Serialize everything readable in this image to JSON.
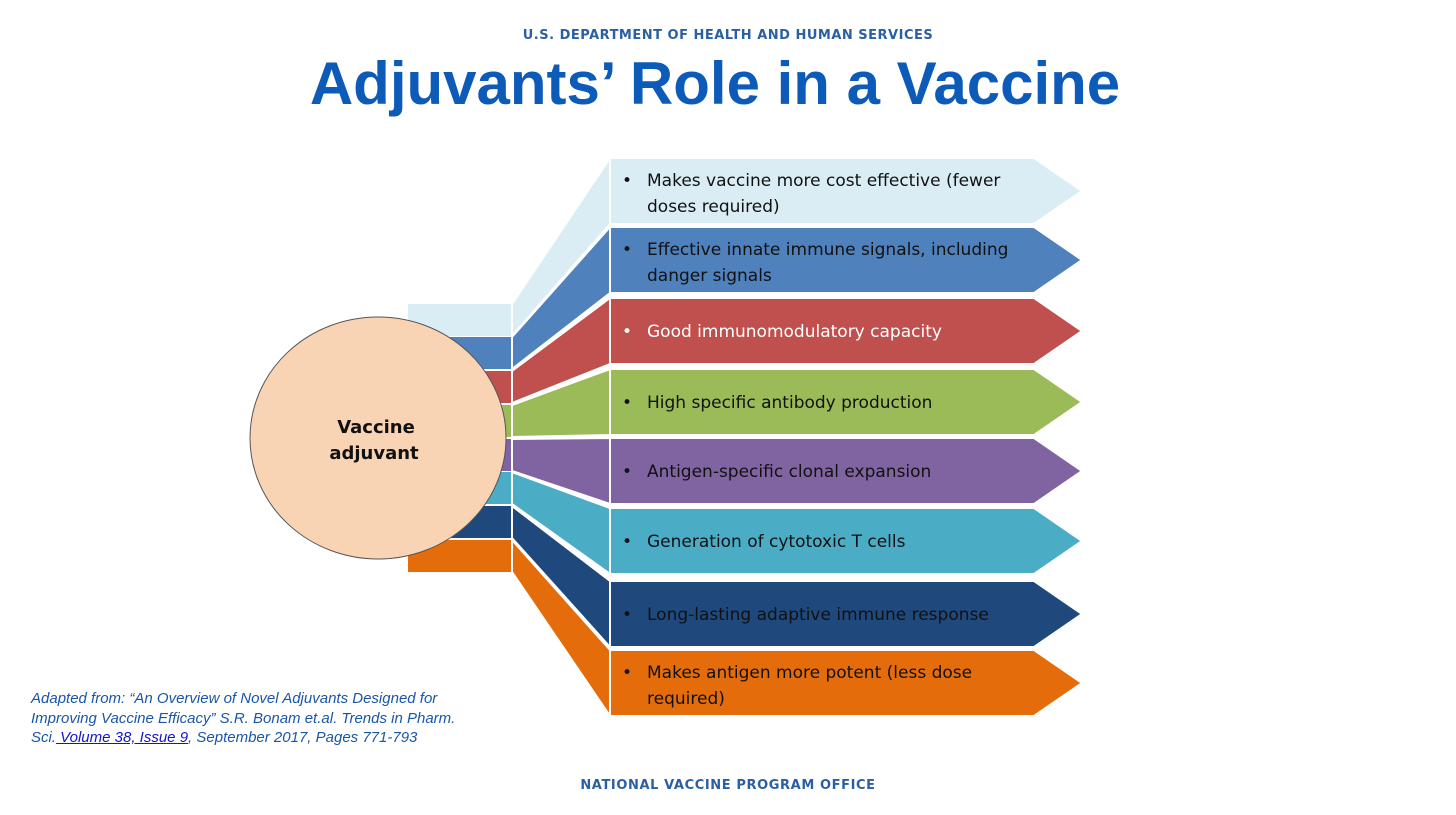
{
  "header": {
    "agency": "U.S. DEPARTMENT OF HEALTH AND HUMAN SERVICES",
    "title": "Adjuvants’ Role in a Vaccine"
  },
  "diagram": {
    "center_label_line1": "Vaccine",
    "center_label_line2": "adjuvant",
    "center_fill": "#f9d4b4",
    "bullet_char": "•",
    "items": [
      {
        "line1": "Makes vaccine more cost effective (fewer",
        "line2": "doses required)",
        "color": "#dbedf4",
        "text_color": "#111111"
      },
      {
        "line1": "Effective innate immune signals, including",
        "line2": "danger signals",
        "color": "#4f81bd",
        "text_color": "#111111"
      },
      {
        "line1": "Good immunomodulatory capacity",
        "line2": "",
        "color": "#c0504d",
        "text_color": "#ffffff"
      },
      {
        "line1": "High specific antibody production",
        "line2": "",
        "color": "#9bbb59",
        "text_color": "#111111"
      },
      {
        "line1": "Antigen-specific clonal expansion",
        "line2": "",
        "color": "#8064a2",
        "text_color": "#111111"
      },
      {
        "line1": "Generation of cytotoxic T cells",
        "line2": "",
        "color": "#4bacc6",
        "text_color": "#111111"
      },
      {
        "line1": "Long-lasting adaptive immune response",
        "line2": "",
        "color": "#1f497d",
        "text_color": "#111111"
      },
      {
        "line1": "Makes antigen more potent (less dose",
        "line2": "required)",
        "color": "#e46c0a",
        "text_color": "#111111"
      }
    ]
  },
  "citation": {
    "text_before_link": "Adapted from: “An Overview of Novel Adjuvants Designed for Improving Vaccine Efficacy” S.R. Bonam et.al. Trends in Pharm. Sci.",
    "link_text": " Volume 38, Issue 9",
    "text_after_link": ", September 2017, Pages 771-793"
  },
  "footer": {
    "office": "NATIONAL VACCINE PROGRAM OFFICE"
  }
}
